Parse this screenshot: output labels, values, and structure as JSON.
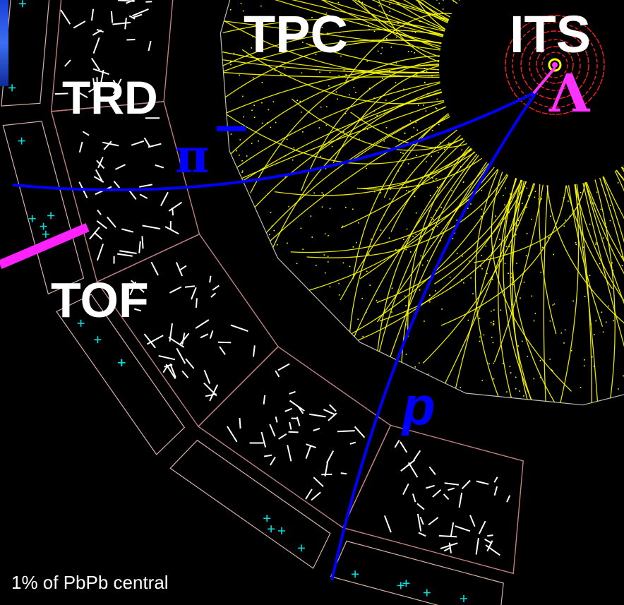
{
  "labels": {
    "tpc": "TPC",
    "its": "ITS",
    "trd": "TRD",
    "tof": "TOF",
    "pion": "π",
    "pion_charge": "−",
    "proton": "p",
    "lambda": "Λ"
  },
  "caption": "1% of PbPb central",
  "colors": {
    "background": "#000000",
    "tpc_tracks": "#ffff00",
    "detector_outline": "#c08080",
    "tof_outline": "#d8b0a8",
    "highlight_tracks": "#0000ff",
    "lambda": "#ff33ff",
    "tof_hits": "#00e0e0",
    "trd_hits": "#ffffff",
    "its_rings": "#ff2020",
    "its_core": "#ffff00",
    "label_text": "#ffffff"
  },
  "icons": {
    "tof_hit": "cross-marker",
    "trd_hit": "short-dash-marker"
  }
}
